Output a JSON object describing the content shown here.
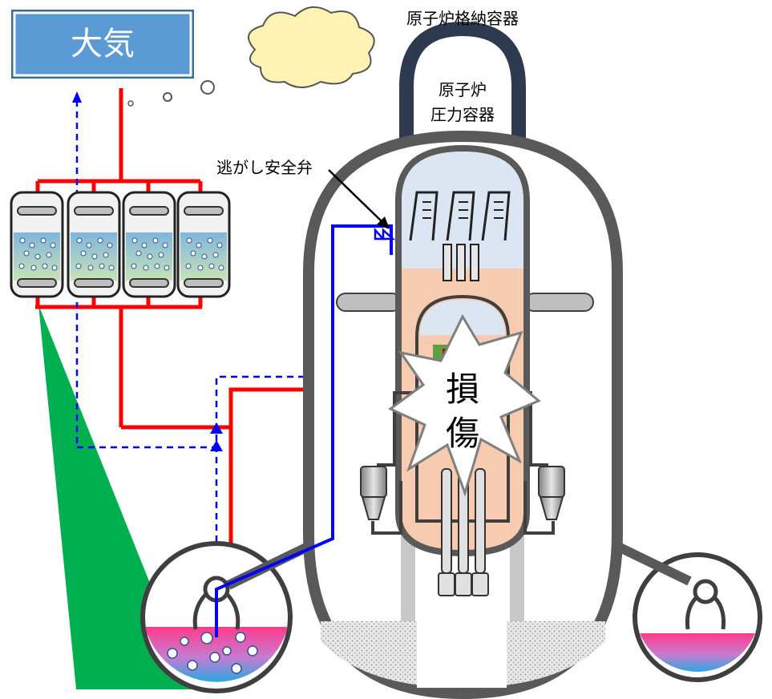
{
  "labels": {
    "atmosphere": "大気",
    "containment_vessel": "原子炉格納容器",
    "pressure_vessel_line1": "原子炉",
    "pressure_vessel_line2": "圧力容器",
    "safety_relief_valve": "逃がし安全弁",
    "damage_line1": "損",
    "damage_line2": "傷"
  },
  "colors": {
    "atmosphere_box": "#5b9bd5",
    "atmosphere_border": "#3a6d9e",
    "red_pipe": "#ff0000",
    "blue_pipe": "#0000ff",
    "vessel_outline": "#595959",
    "containment_arc": "#2e3a4f",
    "core_fill": "#f7cbb0",
    "steam_fill": "#dce6f2",
    "green_beam": "#00b050",
    "water_top": "#ff3b8b",
    "water_bottom": "#29a8e0"
  },
  "icons": {
    "cloud": "cloud-icon",
    "damage_burst": "burst-icon",
    "valve": "valve-icon",
    "check_valve": "check-valve-icon"
  }
}
